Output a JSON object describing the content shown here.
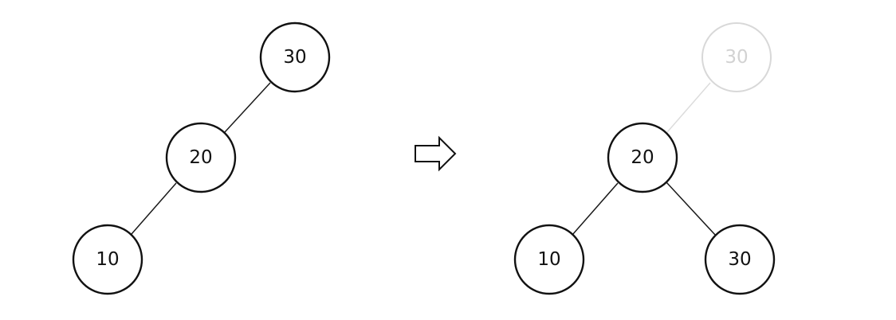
{
  "left_tree": {
    "nodes": [
      {
        "id": "L30",
        "label": "30",
        "faded": false
      },
      {
        "id": "L20",
        "label": "20",
        "faded": false
      },
      {
        "id": "L10",
        "label": "10",
        "faded": false
      }
    ],
    "edges": [
      {
        "from": "L30",
        "to": "L20",
        "faded": false
      },
      {
        "from": "L20",
        "to": "L10",
        "faded": false
      }
    ]
  },
  "transform_arrow": {
    "icon": "right-arrow-icon",
    "direction": "right"
  },
  "right_tree": {
    "nodes": [
      {
        "id": "R30old",
        "label": "30",
        "faded": true
      },
      {
        "id": "R20",
        "label": "20",
        "faded": false
      },
      {
        "id": "R10",
        "label": "10",
        "faded": false
      },
      {
        "id": "R30",
        "label": "30",
        "faded": false
      }
    ],
    "edges": [
      {
        "from": "R30old",
        "to": "R20",
        "faded": true
      },
      {
        "from": "R20",
        "to": "R10",
        "faded": false
      },
      {
        "from": "R20",
        "to": "R30",
        "faded": false
      }
    ]
  }
}
